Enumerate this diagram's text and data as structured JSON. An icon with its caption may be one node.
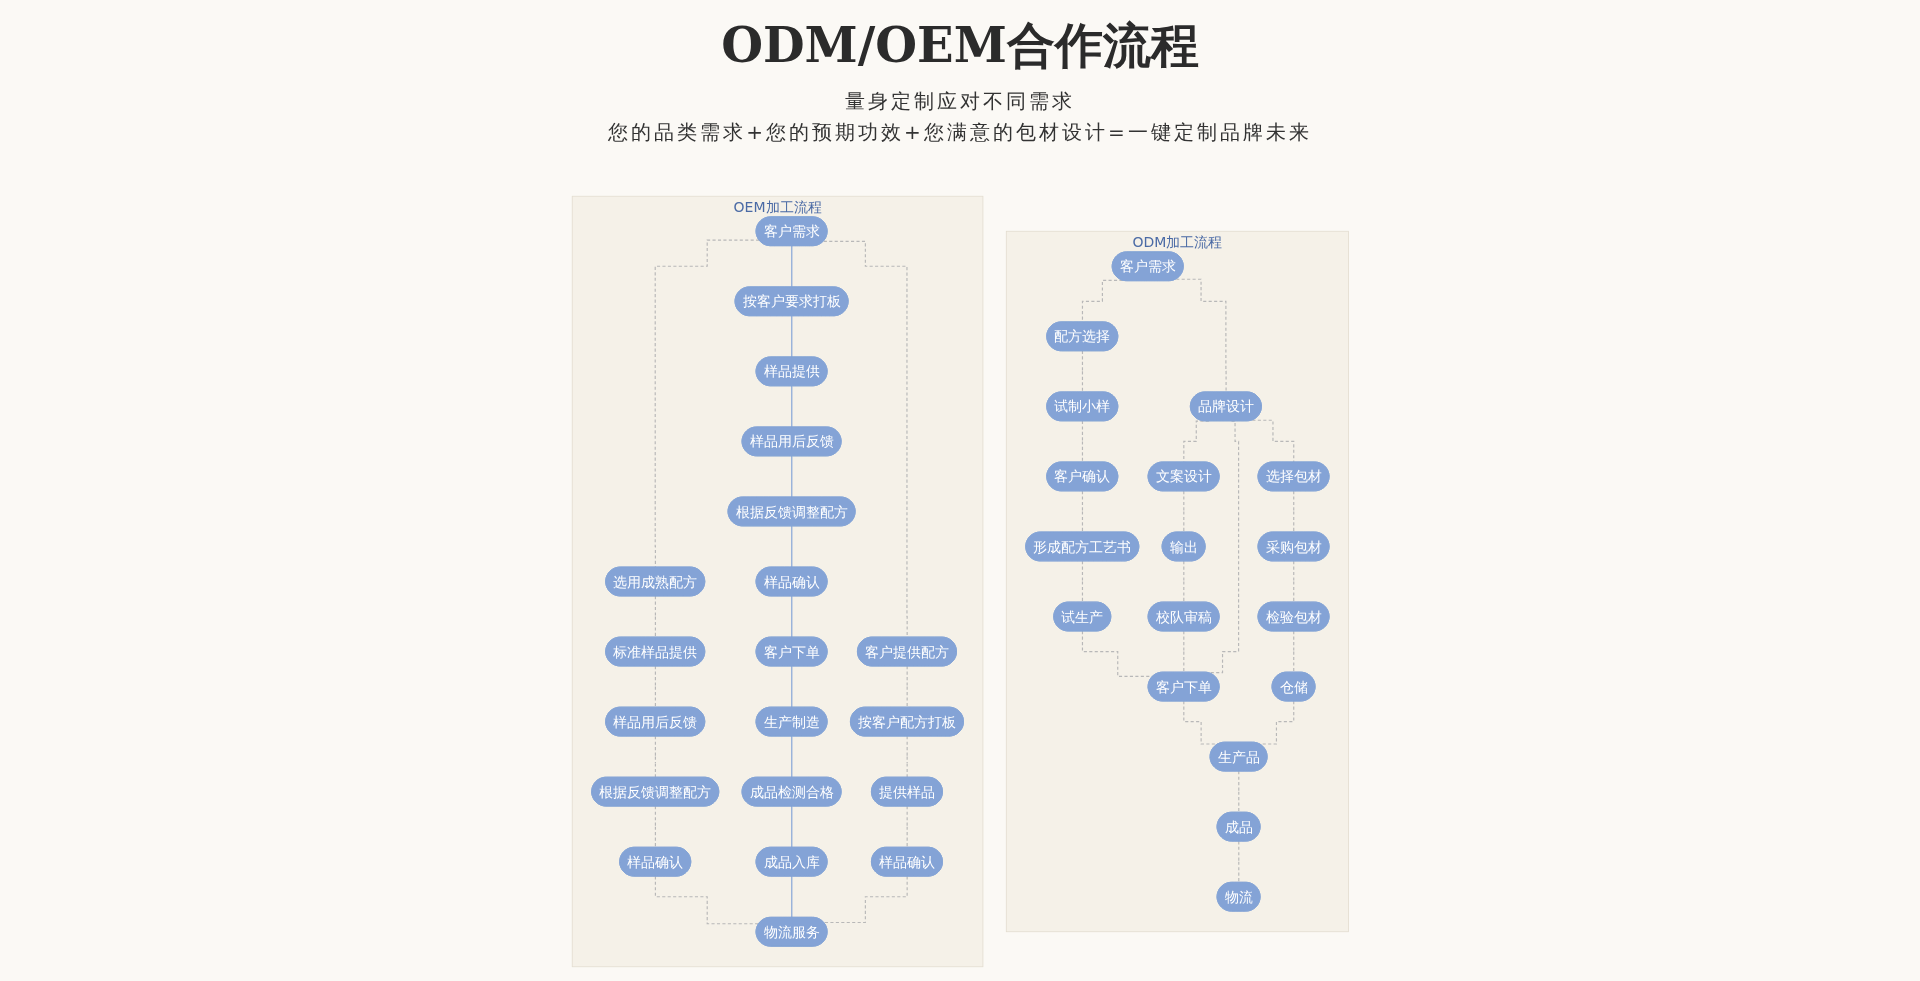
{
  "diagram": {
    "title": "ODM/OEM合作流程",
    "labels": [
      "量身定制应对不同需求",
      "您的品类需求+您的预期功效+您满意的包材设计=一键定制品牌未来"
    ],
    "nodes": [
      {
        "text": [
          "OEM加工流程"
        ]
      },
      {
        "text": [
          "客户需求"
        ],
        "in": 0
      },
      {
        "text": [
          "选用成熟配方"
        ],
        "in": 0
      },
      {
        "text": [
          "标准样品提供"
        ],
        "in": 0
      },
      {
        "text": [
          "样品用后反馈"
        ],
        "in": 0
      },
      {
        "text": [
          "根据反馈调整配方"
        ],
        "in": 0
      },
      {
        "text": [
          "样品确认"
        ],
        "in": 0
      },
      {
        "text": [
          "按客户要求打板"
        ],
        "in": 0
      },
      {
        "text": [
          "样品提供"
        ],
        "in": 0
      },
      {
        "text": [
          "样品用后反馈"
        ],
        "in": 0
      },
      {
        "text": [
          "根据反馈调整配方"
        ],
        "in": 0
      },
      {
        "text": [
          "样品确认"
        ],
        "in": 0
      },
      {
        "text": [
          "客户下单"
        ],
        "in": 0
      },
      {
        "text": [
          "生产制造"
        ],
        "in": 0
      },
      {
        "text": [
          "成品检测合格"
        ],
        "in": 0
      },
      {
        "text": [
          "成品入库"
        ],
        "in": 0
      },
      {
        "text": [
          "物流服务"
        ],
        "in": 0
      },
      {
        "text": [
          "客户提供配方"
        ],
        "in": 0
      },
      {
        "text": [
          "按客户配方打板"
        ],
        "in": 0
      },
      {
        "text": [
          "提供样品"
        ],
        "in": 0
      },
      {
        "text": [
          "样品确认"
        ],
        "in": 0
      },
      {
        "text": [
          "ODM加工流程"
        ]
      },
      {
        "text": [
          "客户需求"
        ],
        "in": 21
      },
      {
        "text": [
          "配方选择"
        ],
        "in": 21
      },
      {
        "text": [
          "试制小样"
        ],
        "in": 21
      },
      {
        "text": [
          "客户确认"
        ],
        "in": 21
      },
      {
        "text": [
          "形成配方工艺书"
        ],
        "in": 21
      },
      {
        "text": [
          "试生产"
        ],
        "in": 21
      },
      {
        "text": [
          "品牌设计"
        ],
        "in": 21
      },
      {
        "text": [
          "文案设计"
        ],
        "in": 21
      },
      {
        "text": [
          "输出"
        ],
        "in": 21
      },
      {
        "text": [
          "校队审稿"
        ],
        "in": 21
      },
      {
        "text": [
          "选择包材"
        ],
        "in": 21
      },
      {
        "text": [
          "采购包材"
        ],
        "in": 21
      },
      {
        "text": [
          "检验包材"
        ],
        "in": 21
      },
      {
        "text": [
          "仓储"
        ],
        "in": 21
      },
      {
        "text": [
          "客户下单"
        ],
        "in": 21
      },
      {
        "text": [
          "生产品"
        ],
        "in": 21
      },
      {
        "text": [
          "成品"
        ],
        "in": 21
      },
      {
        "text": [
          "物流"
        ],
        "in": 21
      }
    ],
    "edges": [
      {
        "from": 1,
        "to": 2,
        "arrow": "none",
        "style": "dashed",
        "color": "#b8b8b8"
      },
      {
        "from": 2,
        "to": 3,
        "arrow": "none",
        "style": "dashed",
        "color": "#b8b8b8"
      },
      {
        "from": 3,
        "to": 4,
        "arrow": "none",
        "style": "dashed",
        "color": "#b8b8b8"
      },
      {
        "from": 4,
        "to": 5,
        "arrow": "none",
        "style": "dashed",
        "color": "#b8b8b8"
      },
      {
        "from": 5,
        "to": 6,
        "arrow": "none",
        "style": "dashed",
        "color": "#b8b8b8"
      },
      {
        "from": 6,
        "to": 16,
        "arrow": "none",
        "style": "dashed",
        "color": "#b8b8b8"
      },
      {
        "from": 1,
        "to": 7,
        "arrow": "none",
        "color": "#84a3d6"
      },
      {
        "from": 7,
        "to": 8,
        "arrow": "none",
        "color": "#84a3d6"
      },
      {
        "from": 8,
        "to": 9,
        "arrow": "none",
        "color": "#84a3d6"
      },
      {
        "from": 9,
        "to": 10,
        "arrow": "none",
        "color": "#84a3d6"
      },
      {
        "from": 10,
        "to": 11,
        "arrow": "none",
        "color": "#84a3d6"
      },
      {
        "from": 11,
        "to": 12,
        "arrow": "none",
        "color": "#84a3d6"
      },
      {
        "from": 12,
        "to": 13,
        "arrow": "none",
        "color": "#84a3d6"
      },
      {
        "from": 13,
        "to": 14,
        "arrow": "none",
        "color": "#84a3d6"
      },
      {
        "from": 14,
        "to": 15,
        "arrow": "none",
        "color": "#84a3d6"
      },
      {
        "from": 15,
        "to": 16,
        "arrow": "none",
        "color": "#84a3d6"
      },
      {
        "from": 1,
        "to": 17,
        "arrow": "none",
        "style": "dashed",
        "color": "#b8b8b8"
      },
      {
        "from": 17,
        "to": 18,
        "arrow": "none",
        "style": "dashed",
        "color": "#b8b8b8"
      },
      {
        "from": 18,
        "to": 19,
        "arrow": "none",
        "style": "dashed",
        "color": "#b8b8b8"
      },
      {
        "from": 19,
        "to": 20,
        "arrow": "none",
        "style": "dashed",
        "color": "#b8b8b8"
      },
      {
        "from": 20,
        "to": 16,
        "arrow": "none",
        "style": "dashed",
        "color": "#b8b8b8"
      },
      {
        "from": 22,
        "to": 23,
        "arrow": "none",
        "style": "dashed",
        "color": "#b8b8b8"
      },
      {
        "from": 23,
        "to": 24,
        "arrow": "none",
        "style": "dashed",
        "color": "#b8b8b8"
      },
      {
        "from": 24,
        "to": 25,
        "arrow": "none",
        "style": "dashed",
        "color": "#b8b8b8"
      },
      {
        "from": 25,
        "to": 26,
        "arrow": "none",
        "style": "dashed",
        "color": "#b8b8b8"
      },
      {
        "from": 26,
        "to": 27,
        "arrow": "none",
        "style": "dashed",
        "color": "#b8b8b8"
      },
      {
        "from": 27,
        "to": 36,
        "arrow": "none",
        "style": "dashed",
        "color": "#b8b8b8"
      },
      {
        "from": 22,
        "to": 28,
        "arrow": "none",
        "style": "dashed",
        "color": "#b8b8b8"
      },
      {
        "from": 28,
        "to": 29,
        "arrow": "none",
        "style": "dashed",
        "color": "#b8b8b8"
      },
      {
        "from": 29,
        "to": 30,
        "arrow": "none",
        "style": "dashed",
        "color": "#b8b8b8"
      },
      {
        "from": 30,
        "to": 31,
        "arrow": "none",
        "style": "dashed",
        "color": "#b8b8b8"
      },
      {
        "from": 31,
        "to": 36,
        "arrow": "none",
        "style": "dashed",
        "color": "#b8b8b8"
      },
      {
        "from": 28,
        "to": 36,
        "arrow": "none",
        "style": "dashed",
        "color": "#b8b8b8"
      },
      {
        "from": 28,
        "to": 32,
        "arrow": "none",
        "style": "dashed",
        "color": "#b8b8b8"
      },
      {
        "from": 32,
        "to": 33,
        "arrow": "none",
        "style": "dashed",
        "color": "#b8b8b8"
      },
      {
        "from": 33,
        "to": 34,
        "arrow": "none",
        "style": "dashed",
        "color": "#b8b8b8"
      },
      {
        "from": 34,
        "to": 35,
        "arrow": "none",
        "style": "dashed",
        "color": "#b8b8b8"
      },
      {
        "from": 35,
        "to": 37,
        "arrow": "none",
        "style": "dashed",
        "color": "#b8b8b8"
      },
      {
        "from": 36,
        "to": 37,
        "arrow": "none",
        "style": "dashed",
        "color": "#b8b8b8"
      },
      {
        "from": 37,
        "to": 38,
        "arrow": "none",
        "style": "dashed",
        "color": "#b8b8b8"
      },
      {
        "from": 38,
        "to": 39,
        "arrow": "none",
        "style": "dashed",
        "color": "#b8b8b8"
      }
    ]
  }
}
